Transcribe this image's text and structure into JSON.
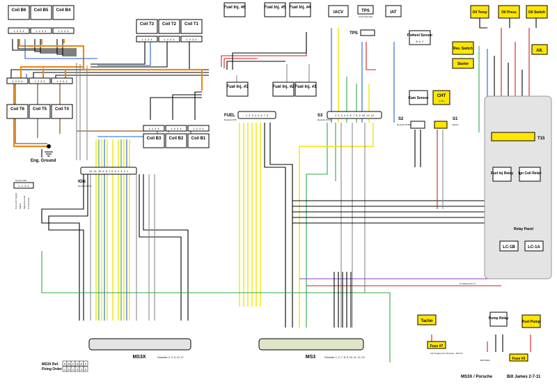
{
  "coils_top": [
    "Coil B6",
    "Coil B5",
    "Coil B4",
    "Coil T3",
    "Coil T2",
    "Coil T1"
  ],
  "coils_left_bottom": [
    "Coil T6",
    "Coil T5",
    "Coil T4"
  ],
  "coils_mid_bottom": [
    "Coil B3",
    "Coil B2",
    "Coil B1"
  ],
  "injectors_top": [
    "Fuel Inj. #6",
    "Fuel Inj. #5",
    "Fuel Inj. #4"
  ],
  "injectors_bottom": [
    "Fuel Inj. #3",
    "Fuel Inj. #2",
    "Fuel Inj. #1"
  ],
  "sensors": {
    "iacv": "IACV",
    "tps": "TPS",
    "tps_sub": "Circuit Shorted",
    "tps_conn": "TPS",
    "iat": "IAT",
    "fwheel": "F'wheel Sensor",
    "fwheel_pins": "B A C",
    "cam": "Cam Sensor",
    "cht": "CHT",
    "cht_sub": "(CT5)"
  },
  "right_devices": {
    "oil_temp": "Oil Temp",
    "oil_press": "Oil Press",
    "oil_switch": "Oil Switch",
    "rev_switch": "Rev. Switch",
    "starter": "Starter",
    "alt": "Alt.",
    "t15": "T15",
    "fuel_inj_relay": "Fuel Inj Relay",
    "ign_coil_relay": "Ign Coil Relay",
    "relay_panel": "Relay Panel",
    "lc1b": "LC-1B",
    "lc1a": "LC-1A",
    "tacho": "Tacho",
    "fuse7": "Fuse #7",
    "fuse7_note": "12V Supply from 5A Fuse - 10A On",
    "pump_relay": "Pump Relay",
    "fuel_pump": "Fuel Pump",
    "fuse3": "Fuse #3",
    "relay_code": "B4170201",
    "tachout_note": "To Sphere Pin 17"
  },
  "connectors": {
    "fuel": "FUEL",
    "fuel_sub": "Deutsch DT8",
    "fuel_pins": "1 2 3 4 5 6 7 8",
    "s3": "S3",
    "s3_sub": "Deutsch DT12",
    "s3_pins": "1 2 3 4 5 6 7 8 9 10 11 12",
    "s2": "S2",
    "s2_sub": "Deutsch DT6S3",
    "s1": "S1",
    "s1_sub": "Bosch",
    "ign": "IGN",
    "ign_sub": "Deutsch DT12",
    "ign_pins": "12 11 10 9 8 7 6 5 4 3 2 1"
  },
  "ground": "Eng. Ground",
  "toyota_cop": "Toyota COP",
  "cop_pins": [
    "Coil +12V Supply",
    "Signal",
    "Signal Ground",
    "Coil Ground"
  ],
  "ms3x": "MS3X",
  "ms3x_grounds": "Grounds: 2, 3, 5, 12, 17",
  "ms3": "MS3",
  "ms3_grounds": "Grounds: 1, 2, 7, 8, 9, 10, 11, 12, 13",
  "ref": {
    "l1": "MS3X Ref.",
    "l2": "Firing Order",
    "row1": [
      "A",
      "B",
      "C",
      "D",
      "E",
      "F"
    ],
    "row2": [
      "1",
      "6",
      "2",
      "4",
      "3",
      "5"
    ]
  },
  "title": "MS3X / Porsche",
  "author": "Bill James 2-7-11",
  "colors": {
    "yellow": "#f2e600",
    "box_yellow": "#ffe600",
    "green": "#2aa84a",
    "blue": "#1f5fd6",
    "red": "#d21a1a",
    "orange": "#e88a1a",
    "panel": "#e4e4e4"
  }
}
